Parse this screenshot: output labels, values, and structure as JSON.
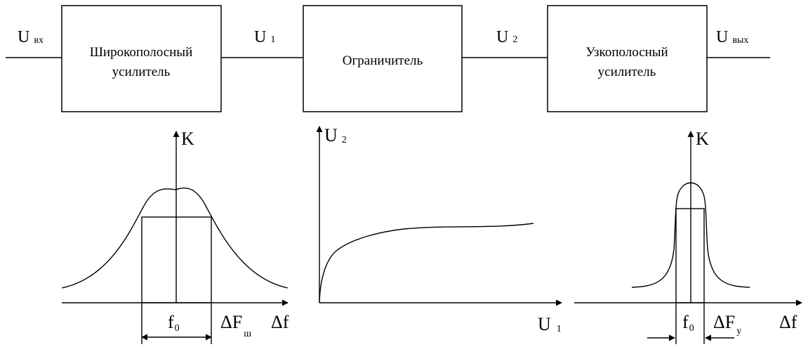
{
  "blocks": {
    "wideband_amp": [
      "Широкополосный",
      "усилитель"
    ],
    "limiter": "Ограничитель",
    "narrowband_amp": [
      "Узкополосный",
      "усилитель"
    ]
  },
  "signals": {
    "input": {
      "main": "U",
      "sub": "вх"
    },
    "u1": {
      "main": "U",
      "sub": "1"
    },
    "u2": {
      "main": "U",
      "sub": "2"
    },
    "output": {
      "main": "U",
      "sub": "вых"
    }
  },
  "graph_left": {
    "y_label": "K",
    "x_label": "Δf",
    "center_label": {
      "main": "f",
      "sub": "0"
    },
    "band_label": {
      "main": "ΔF",
      "sub": "ш"
    }
  },
  "graph_middle": {
    "y_label": {
      "main": "U",
      "sub": "2"
    },
    "x_label": {
      "main": "U",
      "sub": "1"
    }
  },
  "graph_right": {
    "y_label": "K",
    "x_label": "Δf",
    "center_label": {
      "main": "f",
      "sub": "0"
    },
    "band_label": {
      "main": "ΔF",
      "sub": "у"
    }
  }
}
